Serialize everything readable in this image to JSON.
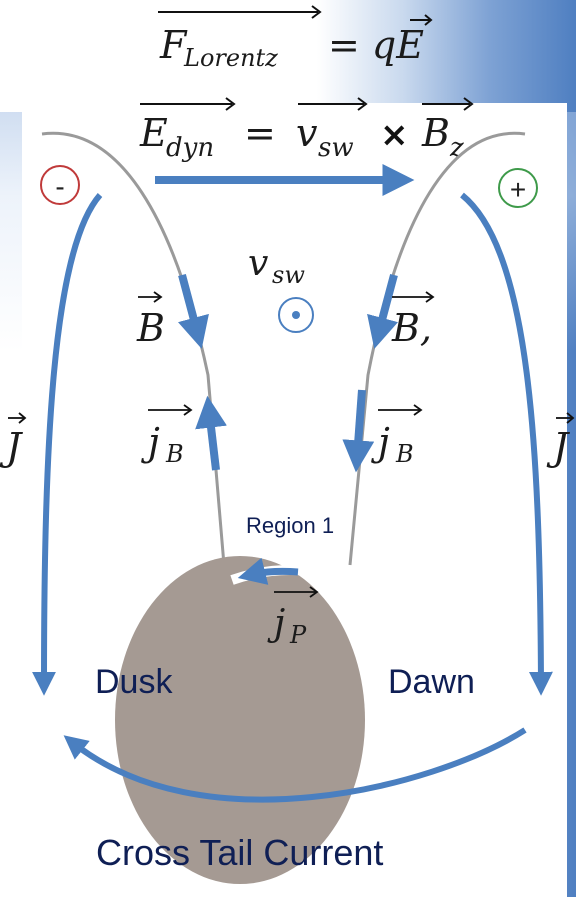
{
  "equations": {
    "lorentz": {
      "lhs": "F",
      "lhs_sub": "Lorentz",
      "rhs": "= qE"
    },
    "dynamo": {
      "lhs": "E",
      "lhs_sub": "dyn",
      "eq": "=",
      "v": "v",
      "v_sub": "sw",
      "times": "×",
      "b": "B",
      "b_sub": "z"
    }
  },
  "charges": {
    "negative": "-",
    "positive": "+"
  },
  "labels": {
    "vsw": {
      "main": "v",
      "sub": "sw"
    },
    "b_left": "B",
    "b_right": "B,",
    "j_left": "J",
    "j_right": "J",
    "jb_left": {
      "main": "j",
      "sub": "B"
    },
    "jb_right": {
      "main": "j",
      "sub": "B"
    },
    "jp": {
      "main": "j",
      "sub": "P"
    },
    "region1": "Region 1",
    "dusk": "Dusk",
    "dawn": "Dawn",
    "cross_tail": "Cross Tail Current"
  },
  "colors": {
    "arrow": "#4a7fc0",
    "earth": "#a59a93",
    "field_line": "#9a9a9a",
    "negative": "#c03a3a",
    "positive": "#3e9a4a",
    "text_dark": "#0f1f55"
  }
}
